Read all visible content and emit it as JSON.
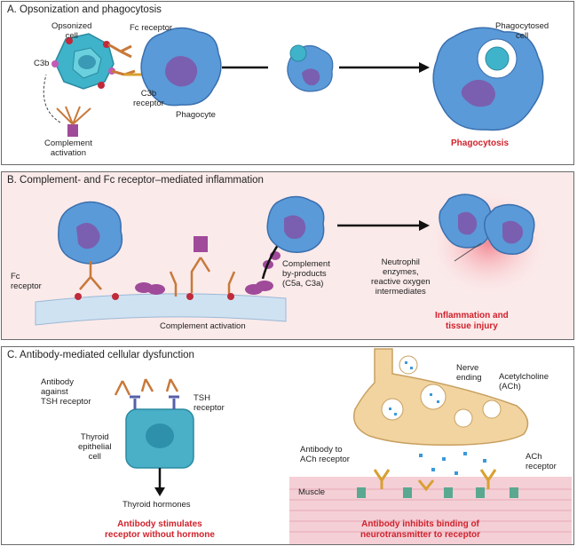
{
  "panelA": {
    "title": "A. Opsonization and phagocytosis",
    "opsonized_cell": "Opsonized\ncell",
    "fc_receptor": "Fc receptor",
    "c3b": "C3b",
    "c3b_receptor": "C3b\nreceptor",
    "phagocyte": "Phagocyte",
    "complement_activation": "Complement\nactivation",
    "phagocytosed_cell": "Phagocytosed\ncell",
    "result": "Phagocytosis"
  },
  "panelB": {
    "title": "B. Complement- and Fc receptor–mediated inflammation",
    "fc_receptor": "Fc\nreceptor",
    "complement_activation": "Complement activation",
    "complement_byproducts": "Complement\nby-products\n(C5a, C3a)",
    "neutrophil_enzymes": "Neutrophil\nenzymes,\nreactive oxygen\nintermediates",
    "result": "Inflammation and\ntissue injury"
  },
  "panelC": {
    "title": "C. Antibody-mediated cellular dysfunction",
    "antibody_tsh": "Antibody\nagainst\nTSH receptor",
    "tsh_receptor": "TSH\nreceptor",
    "thyroid_cell": "Thyroid\nepithelial\ncell",
    "thyroid_hormones": "Thyroid hormones",
    "result_left": "Antibody stimulates\nreceptor without hormone",
    "nerve_ending": "Nerve\nending",
    "acetylcholine": "Acetylcholine\n(ACh)",
    "antibody_ach": "Antibody to\nACh receptor",
    "ach_receptor": "ACh\nreceptor",
    "muscle": "Muscle",
    "result_right": "Antibody inhibits binding of\nneurotransmitter to receptor"
  },
  "colors": {
    "result_red": "#d0222c",
    "phagocyte_blue": "#4a8fd0",
    "nucleus_purple": "#7a5fb0",
    "antibody_orange": "#c8793a",
    "complement_purple": "#a04a9a",
    "panel_pink": "#fbeaea"
  }
}
